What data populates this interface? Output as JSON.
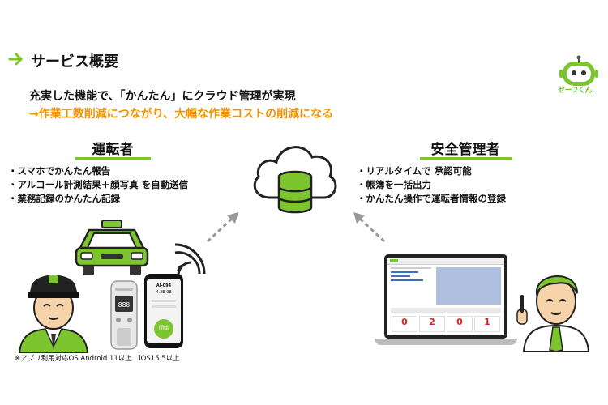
{
  "header": {
    "title": "サービス概要",
    "logo_text": "セーフくん",
    "headline": "充実した機能で、「かんたん」にクラウド管理が実現",
    "subheadline": "→作業工数削減につながり、大幅な作業コストの削減になる"
  },
  "driver": {
    "role": "運転者",
    "items": [
      "スマホでかんたん報告",
      "アルコール計測結果＋顔写真 を自動送信",
      "業務記録のかんたん記録"
    ]
  },
  "manager": {
    "role": "安全管理者",
    "items": [
      "リアルタイムで 承認可能",
      "帳簿を一括出力",
      "かんたん操作で運転者情報の登録"
    ]
  },
  "phone": {
    "line1": "AI-094",
    "line2": "4.2E-98",
    "button": "開始"
  },
  "laptop": {
    "stats": [
      "0",
      "2",
      "0",
      "1"
    ]
  },
  "footnote": "※アプリ利用対応OS Android 11以上　iOS15.5以上",
  "colors": {
    "accent_green": "#7cc52f",
    "orange": "#f29400",
    "dark": "#111111"
  },
  "icons": [
    "arrow-right-icon",
    "robot-logo-icon",
    "cloud-database-icon",
    "taxi-icon",
    "wifi-icon",
    "driver-avatar-icon",
    "manager-avatar-icon"
  ]
}
